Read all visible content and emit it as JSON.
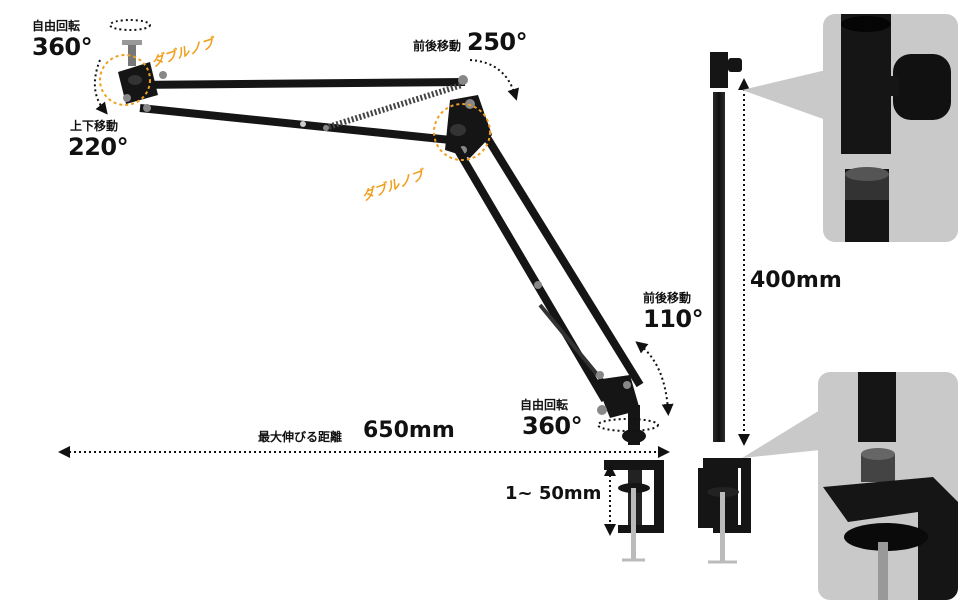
{
  "labels": {
    "top_rotation_title": "自由回転",
    "top_rotation_value": "360°",
    "tilt_title": "上下移動",
    "tilt_value": "220°",
    "double_knob_1": "ダブルノブ",
    "double_knob_2": "ダブルノブ",
    "forward_back_1_title": "前後移動",
    "forward_back_1_value": "250°",
    "forward_back_2_title": "前後移動",
    "forward_back_2_value": "110°",
    "base_rotation_title": "自由回転",
    "base_rotation_value": "360°",
    "max_extension_title": "最大伸びる距離",
    "max_extension_value": "650mm",
    "clamp_range": "1~ 50mm",
    "pole_length": "400mm"
  },
  "colors": {
    "accent_orange": "#f0a020",
    "metal_black": "#151515",
    "panel_gray": "#c9c9c9"
  }
}
